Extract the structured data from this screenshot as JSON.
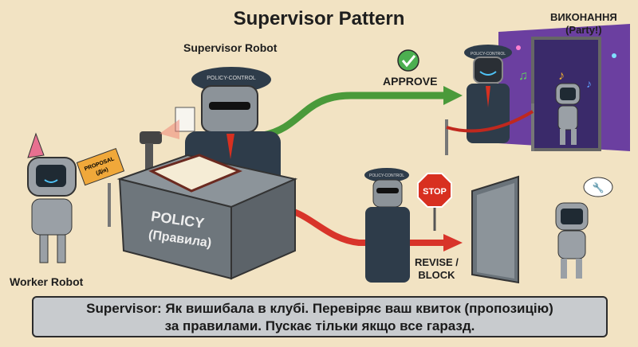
{
  "title": "Supervisor Pattern",
  "labels": {
    "supervisor": "Supervisor Robot",
    "approve": "APPROVE",
    "execution": "ВИКОНАННЯ",
    "execution_sub": "(Party!)",
    "worker": "Worker Robot",
    "revise": "REVISE /",
    "block": "BLOCK",
    "stop_sign": "STOP",
    "hat_text": "POLICY-CONTROL",
    "ticket": "PROPOSAL",
    "ticket_sub": "(Дія)",
    "desk": "POLICY",
    "desk_sub": "(Правила)"
  },
  "caption": {
    "line1": "Supervisor: Як вишибала в клубі. Перевіряє ваш квиток (пропозицію)",
    "line2": "за правилами. Пускає тільки якщо все гаразд."
  },
  "colors": {
    "background": "#f2e3c3",
    "approve_arrow": "#4a9a3a",
    "reject_arrow": "#d8342a",
    "caption_bg": "#c8cbce"
  }
}
